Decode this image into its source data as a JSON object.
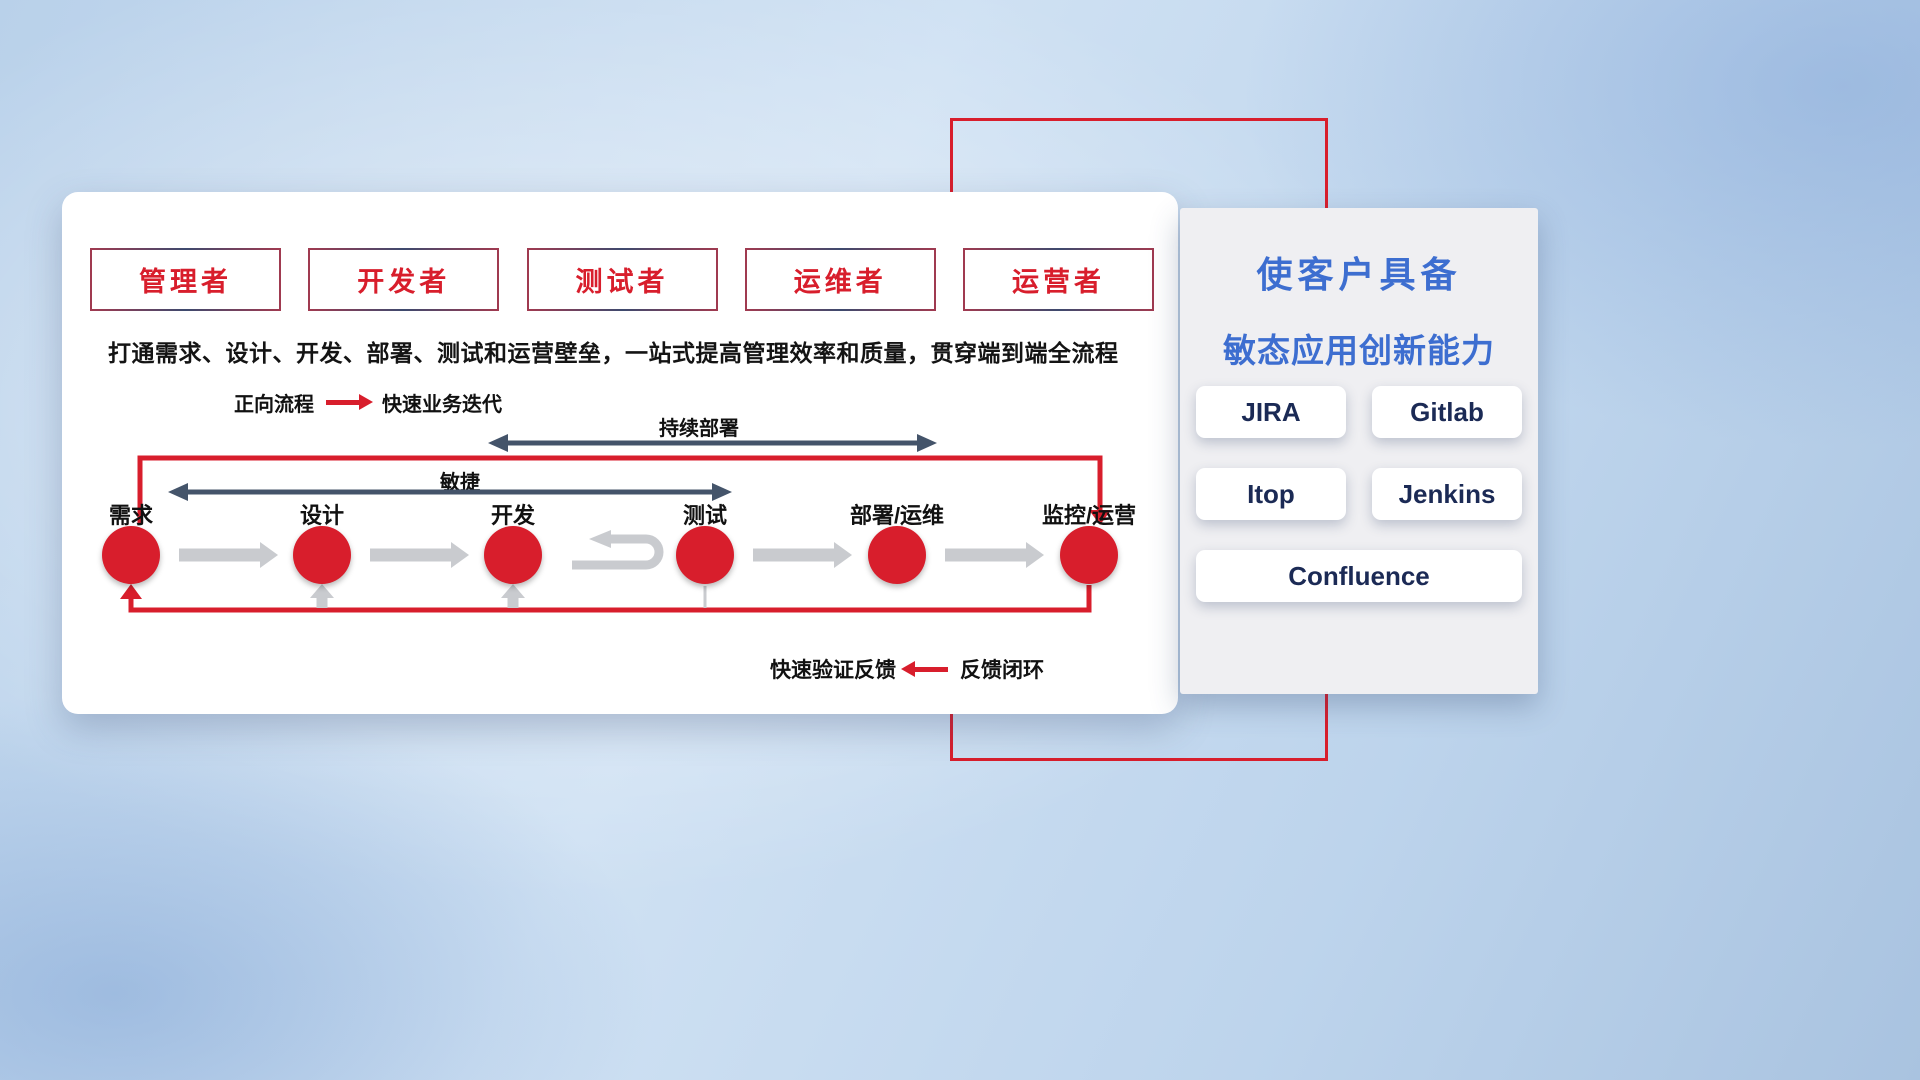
{
  "colors": {
    "accent-red": "#d81e2c",
    "title-blue": "#3d6ed0",
    "slate-arrow": "#44546a",
    "gray-arrow": "#c9cbcf"
  },
  "roles": [
    "管理者",
    "开发者",
    "测试者",
    "运维者",
    "运营者"
  ],
  "description": "打通需求、设计、开发、部署、测试和运营壁垒，一站式提高管理效率和质量，贯穿端到端全流程",
  "legend_forward": {
    "label": "正向流程",
    "value": "快速业务迭代"
  },
  "flow": {
    "continuous_deploy_label": "持续部署",
    "agile_label": "敏捷",
    "stages": [
      "需求",
      "设计",
      "开发",
      "测试",
      "部署/运维",
      "监控/运营"
    ]
  },
  "legend_feedback": {
    "label": "快速验证反馈",
    "value": "反馈闭环"
  },
  "right_panel": {
    "title_line1": "使客户具备",
    "title_line2": "敏态应用创新能力",
    "tools": [
      "JIRA",
      "Gitlab",
      "Itop",
      "Jenkins",
      "Confluence"
    ]
  }
}
